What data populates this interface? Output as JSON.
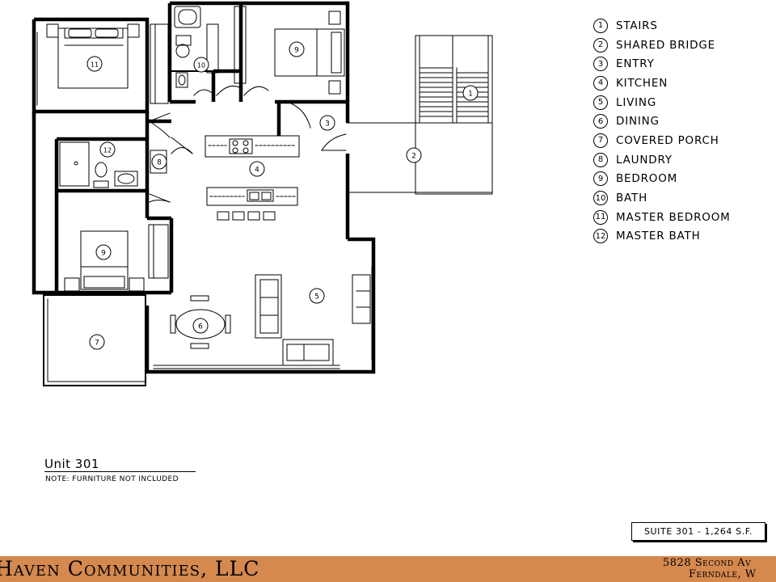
{
  "legend": [
    {
      "num": "1",
      "label": "Stairs"
    },
    {
      "num": "2",
      "label": "Shared Bridge"
    },
    {
      "num": "3",
      "label": "Entry"
    },
    {
      "num": "4",
      "label": "Kitchen"
    },
    {
      "num": "5",
      "label": "Living"
    },
    {
      "num": "6",
      "label": "Dining"
    },
    {
      "num": "7",
      "label": "Covered Porch"
    },
    {
      "num": "8",
      "label": "Laundry"
    },
    {
      "num": "9",
      "label": "Bedroom"
    },
    {
      "num": "10",
      "label": "Bath"
    },
    {
      "num": "11",
      "label": "Master Bedroom"
    },
    {
      "num": "12",
      "label": "Master Bath"
    }
  ],
  "plan_tags": {
    "stairs": "1",
    "bridge": "2",
    "entry": "3",
    "kitchen": "4",
    "living": "5",
    "dining": "6",
    "porch": "7",
    "laundry": "8",
    "bedroom_top": "9",
    "bedroom_left": "9",
    "bath": "10",
    "master_bedroom": "11",
    "master_bath": "12"
  },
  "unit": {
    "title": "Unit 301",
    "note": "Note: furniture not included"
  },
  "suite": "Suite 301 - 1,264 S.F.",
  "footer": {
    "company": "Haven Communities, LLC",
    "address_line1": "5828 Second Av",
    "address_line2": "Ferndale, W"
  },
  "colors": {
    "footer_bar": "#d5894e",
    "lines": "#000000"
  }
}
